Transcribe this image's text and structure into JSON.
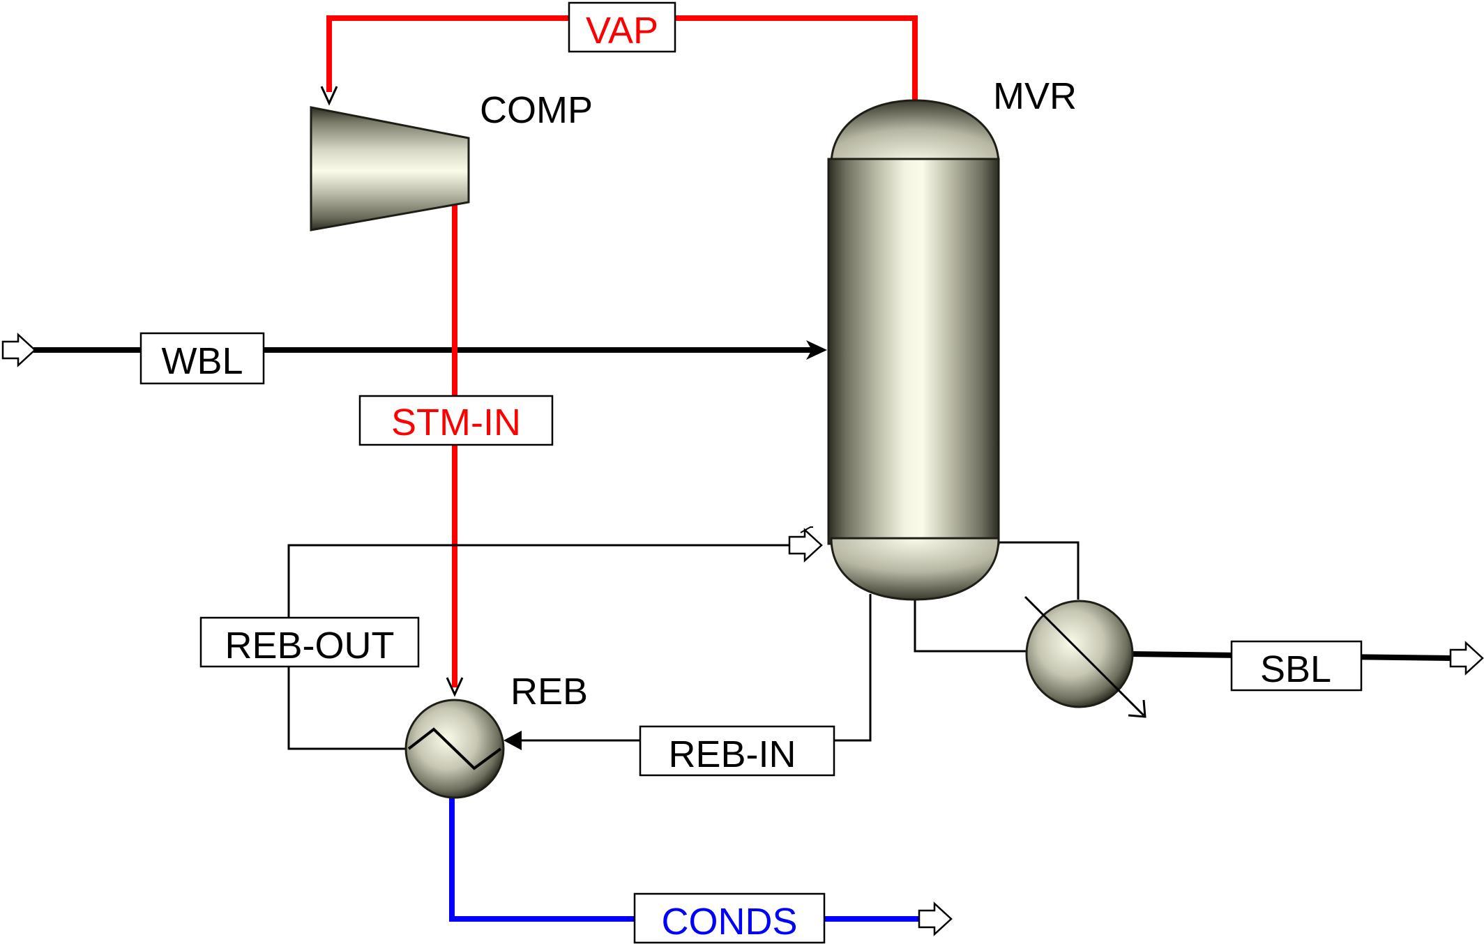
{
  "units": {
    "comp": "COMP",
    "mvr": "MVR",
    "reb": "REB"
  },
  "streams": {
    "vap": "VAP",
    "wbl": "WBL",
    "stm_in": "STM-IN",
    "reb_out": "REB-OUT",
    "reb_in": "REB-IN",
    "sbl": "SBL",
    "conds": "CONDS"
  },
  "colors": {
    "steam": "#ff0000",
    "condensate": "#0000ff",
    "process": "#000000"
  }
}
